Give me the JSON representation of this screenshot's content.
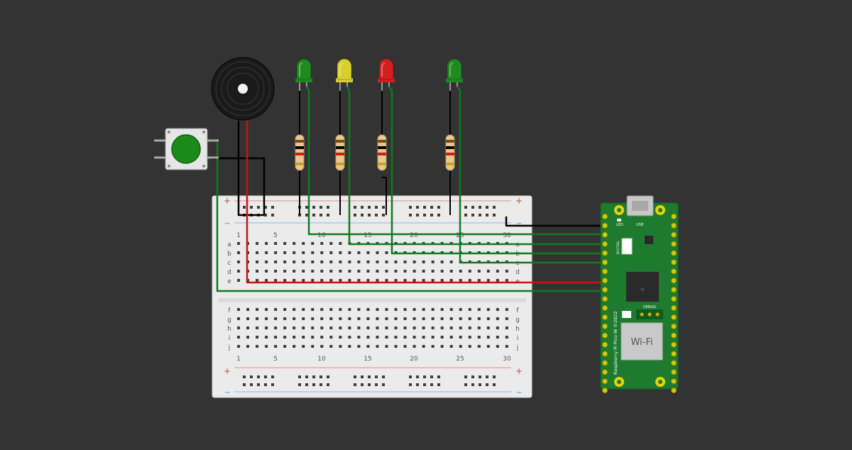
{
  "breadboard": {
    "column_numbers": [
      "1",
      "5",
      "10",
      "15",
      "20",
      "25",
      "30"
    ],
    "top_rows": [
      "a",
      "b",
      "c",
      "d",
      "e"
    ],
    "bottom_rows": [
      "f",
      "g",
      "h",
      "i",
      "j"
    ],
    "rail_plus": "+",
    "rail_minus": "−"
  },
  "pico": {
    "board_name": "Raspberry Pi Pico W ©2022",
    "wifi_label": "Wi-Fi",
    "debug_label": "DEBUG",
    "led_label": "LED",
    "usb_label": "USB",
    "bootsel_label": "BOOTSEL"
  },
  "leds": [
    {
      "name": "led-green-1",
      "color": "#1f8a1f"
    },
    {
      "name": "led-yellow",
      "color": "#d8d02a"
    },
    {
      "name": "led-red",
      "color": "#d21f1f"
    },
    {
      "name": "led-green-2",
      "color": "#1f8a1f"
    }
  ],
  "colors": {
    "background": "#333333",
    "pico_board": "#1d7a2e",
    "wire_green": "#0f7a1c",
    "wire_red": "#d40f0f",
    "wire_black": "#000000",
    "breadboard": "#ebebeb",
    "button_cap": "#1a8a1a"
  }
}
